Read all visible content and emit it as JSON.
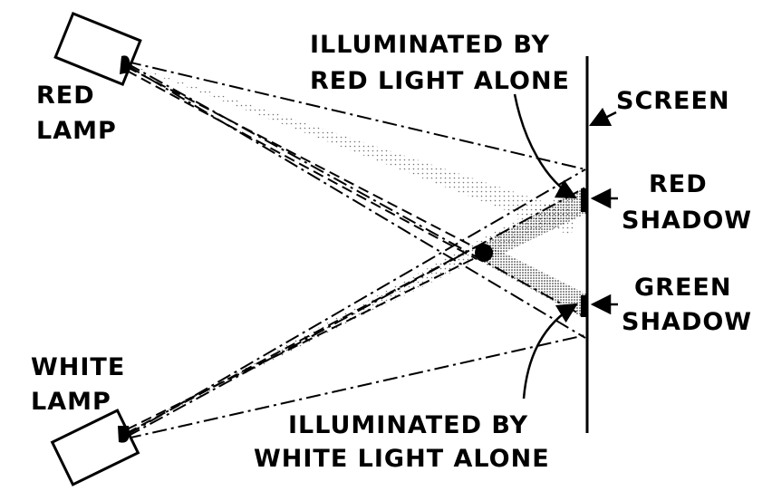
{
  "labels": {
    "red_lamp": [
      "RED",
      "LAMP"
    ],
    "white_lamp": [
      "WHITE",
      "LAMP"
    ],
    "screen": "SCREEN",
    "red_shadow": [
      "RED",
      "SHADOW"
    ],
    "green_shadow": [
      "GREEN",
      "SHADOW"
    ],
    "illum_red": [
      "ILLUMINATED BY",
      "RED LIGHT ALONE"
    ],
    "illum_white": [
      "ILLUMINATED BY",
      "WHITE LIGHT ALONE"
    ]
  },
  "colors": {
    "ink": "#000000",
    "paper": "#ffffff"
  }
}
